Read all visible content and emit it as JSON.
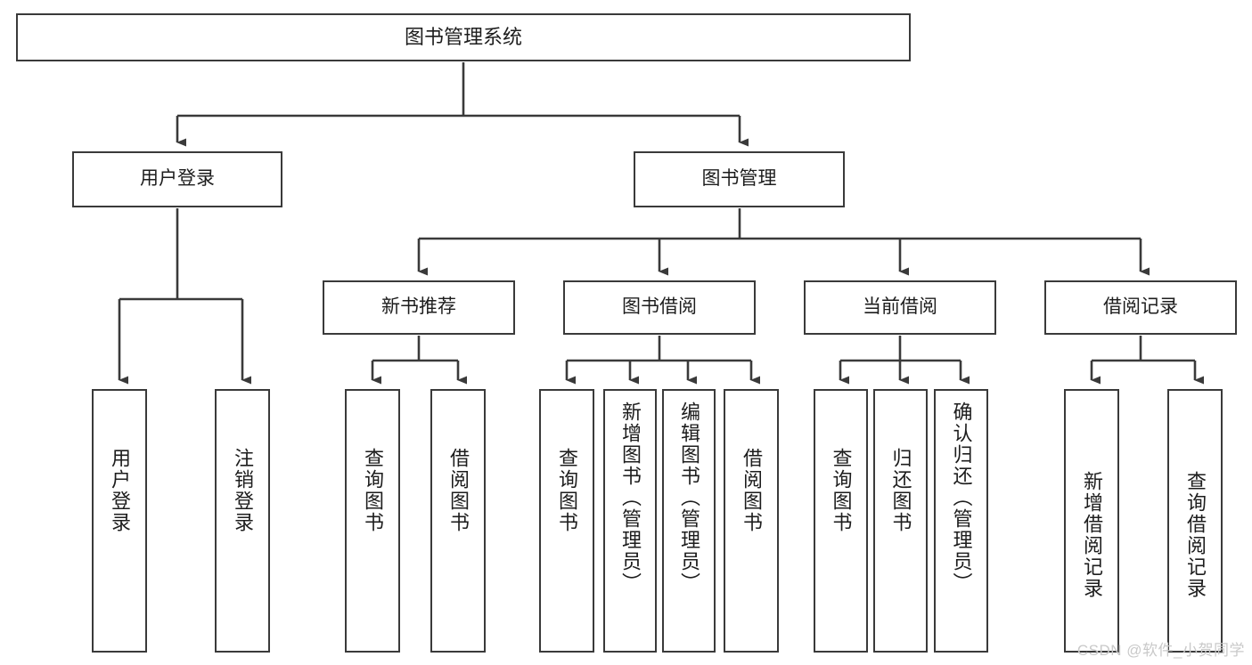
{
  "diagram": {
    "title": "图书管理系统",
    "type": "hierarchy-tree",
    "colors": {
      "box_border": "#3a3a3a",
      "box_fill": "#ffffff",
      "edge": "#3a3a3a",
      "text": "#1d1d1d",
      "watermark": "#c9c9c9",
      "background": "#ffffff"
    },
    "watermark": "CSDN @软件_小贺同学",
    "levels": {
      "root": {
        "label": "图书管理系统"
      },
      "level2": [
        {
          "label": "用户登录"
        },
        {
          "label": "图书管理"
        }
      ],
      "level3": [
        {
          "label": "新书推荐"
        },
        {
          "label": "图书借阅"
        },
        {
          "label": "当前借阅"
        },
        {
          "label": "借阅记录"
        }
      ],
      "leaves": [
        {
          "label": "用户登录",
          "parent": "用户登录"
        },
        {
          "label": "注销登录",
          "parent": "用户登录"
        },
        {
          "label": "查询图书",
          "parent": "新书推荐"
        },
        {
          "label": "借阅图书",
          "parent": "新书推荐"
        },
        {
          "label": "查询图书",
          "parent": "图书借阅"
        },
        {
          "label": "新增图书（管理员）",
          "parent": "图书借阅"
        },
        {
          "label": "编辑图书（管理员）",
          "parent": "图书借阅"
        },
        {
          "label": "借阅图书",
          "parent": "图书借阅"
        },
        {
          "label": "查询图书",
          "parent": "当前借阅"
        },
        {
          "label": "归还图书",
          "parent": "当前借阅"
        },
        {
          "label": "确认归还（管理员）",
          "parent": "当前借阅"
        },
        {
          "label": "新增借阅记录",
          "parent": "借阅记录"
        },
        {
          "label": "查询借阅记录",
          "parent": "借阅记录"
        }
      ]
    }
  }
}
